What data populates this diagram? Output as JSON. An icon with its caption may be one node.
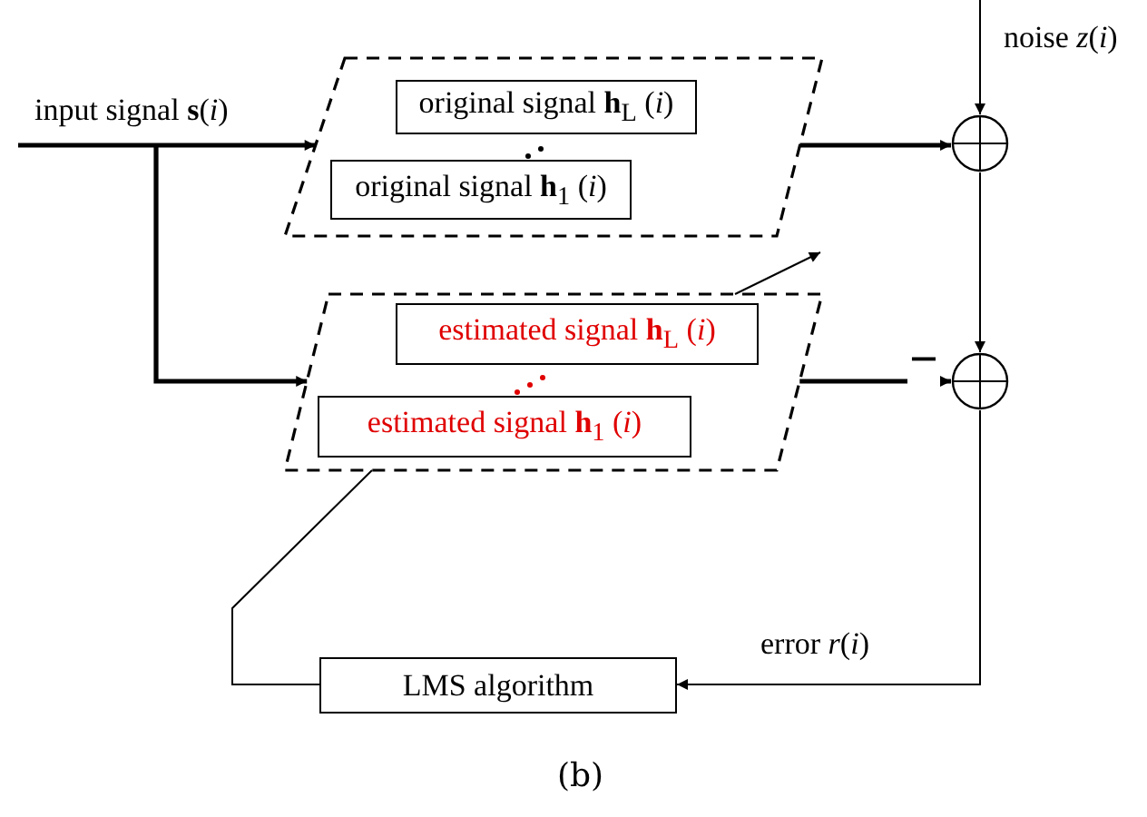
{
  "diagram": {
    "caption": "(b)",
    "nodes": [
      {
        "text": [],
        "shape": "parallelogram"
      },
      {
        "text": [
          "original signal **h**$_{L}$ (*i*)"
        ],
        "in": 0
      },
      {
        "text": [
          "original signal **h**$_{1}$ (*i*)"
        ],
        "in": 0
      },
      {
        "text": [],
        "shape": "parallelogram"
      },
      {
        "text": [
          "estimated signal **h**$_{L}$ (*i*)"
        ],
        "in": 3
      },
      {
        "text": [
          "estimated signal **h**$_{1}$ (*i*)"
        ],
        "in": 3
      },
      {
        "text": [],
        "shape": "circle"
      },
      {
        "text": [],
        "shape": "circle"
      },
      {
        "text": [
          "LMS algorithm"
        ]
      }
    ],
    "edges": [
      {
        "from": null,
        "to": 0,
        "arrow": "to",
        "label": "input signal **s**(*i*)",
        "style": "thick"
      },
      {
        "from": null,
        "to": 3,
        "arrow": "to",
        "style": "thick"
      },
      {
        "from": null,
        "to": 6,
        "arrow": "to",
        "label": "noise *z*(*i*)"
      },
      {
        "from": 0,
        "to": 6,
        "arrow": "to",
        "style": "thick"
      },
      {
        "from": 6,
        "to": 7,
        "arrow": "to"
      },
      {
        "from": 3,
        "to": 7,
        "arrow": "to",
        "style": "thick"
      },
      {
        "from": 7,
        "to": 8,
        "arrow": "to",
        "label": "error *r*(*i*)"
      },
      {
        "from": 8,
        "to": 3,
        "arrow": "none"
      },
      {
        "from": 3,
        "to": null,
        "arrow": "to"
      }
    ],
    "labels": [
      "−"
    ]
  }
}
